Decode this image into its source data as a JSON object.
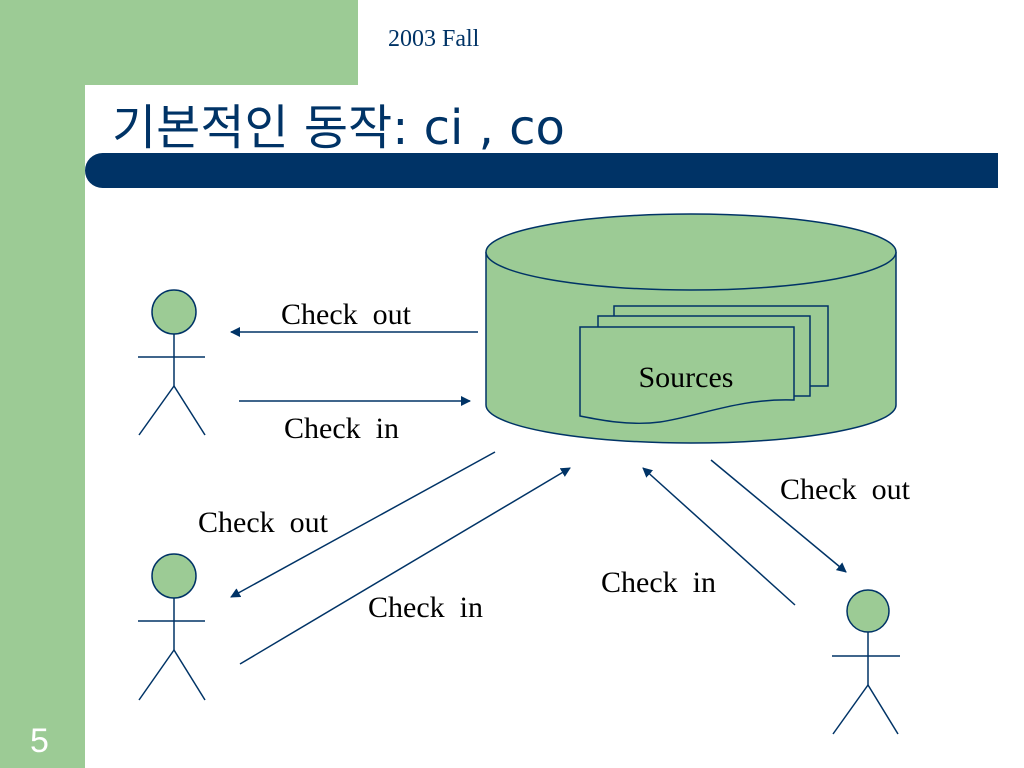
{
  "header": {
    "term": "2003 Fall"
  },
  "slide": {
    "title": "기본적인 동작: ci , co",
    "page_number": "5"
  },
  "repository": {
    "label": "Sources"
  },
  "arrows": {
    "top_out": "Check  out",
    "top_in": "Check  in",
    "left_out": "Check  out",
    "left_in": "Check  in",
    "right_in": "Check  in",
    "right_out": "Check  out"
  },
  "colors": {
    "green": "#9ccb95",
    "navy": "#003366"
  }
}
